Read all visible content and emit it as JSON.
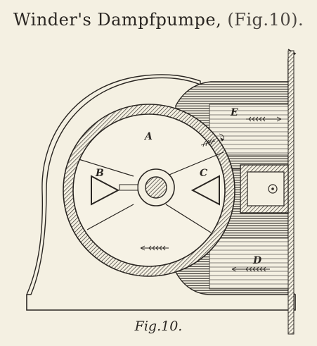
{
  "title": {
    "main": "Winder's Dampfpumpe,",
    "fig": "(Fig.10)."
  },
  "caption": "Fig.10.",
  "labels": {
    "A": "A",
    "B": "B",
    "C": "C",
    "D": "D",
    "E": "E"
  },
  "colors": {
    "paper": "#f4f0e2",
    "ink": "#2a2622"
  }
}
